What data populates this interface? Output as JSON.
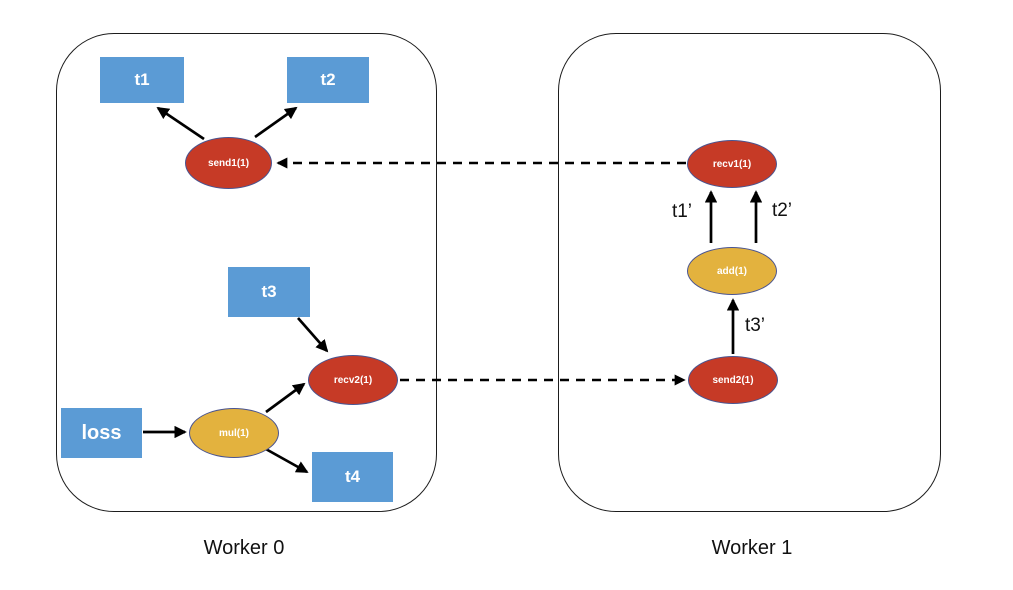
{
  "workers": [
    {
      "label": "Worker 0"
    },
    {
      "label": "Worker 1"
    }
  ],
  "nodes": {
    "t1": "t1",
    "t2": "t2",
    "t3": "t3",
    "t4": "t4",
    "loss": "loss",
    "send1": "send1(1)",
    "recv2": "recv2(1)",
    "mul": "mul(1)",
    "recv1": "recv1(1)",
    "add": "add(1)",
    "send2": "send2(1)"
  },
  "edge_labels": {
    "t1_grad": "t1’",
    "t2_grad": "t2’",
    "t3_grad": "t3’"
  },
  "colors": {
    "tensor_fill": "#5B9BD5",
    "send_recv_fill": "#C63A26",
    "compute_fill": "#E3B23E",
    "ellipse_border": "#4A5490",
    "arrow": "#000000",
    "text_on_node": "#FFFFFF"
  }
}
